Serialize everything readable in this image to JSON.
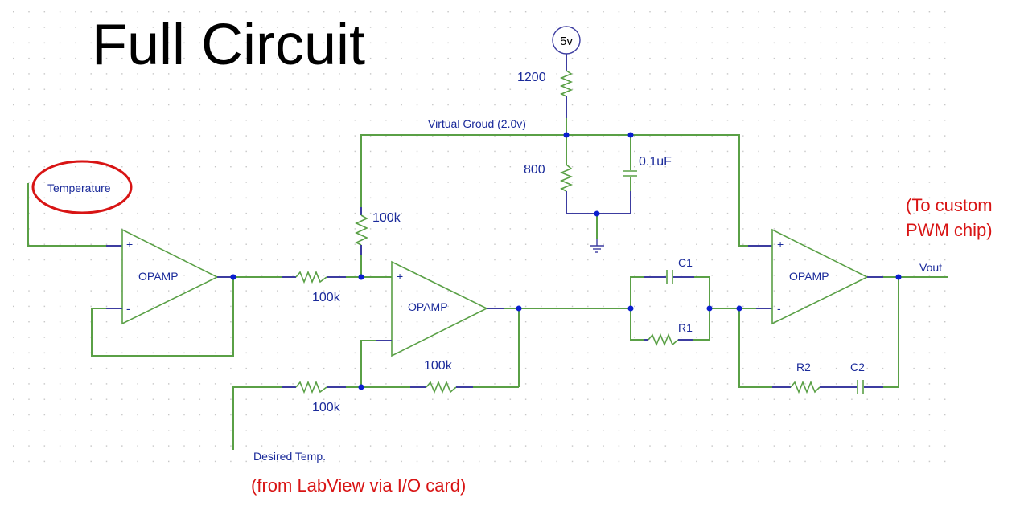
{
  "title": "Full Circuit",
  "supply": {
    "label": "5v"
  },
  "divider": {
    "top_resistor": "1200",
    "bottom_resistor": "800",
    "capacitor": "0.1uF",
    "net_label": "Virtual Groud (2.0v)"
  },
  "buffer_stage": {
    "input_label": "Temperature",
    "opamp_label": "OPAMP",
    "plus": "+",
    "minus": "-"
  },
  "difference_stage": {
    "opamp_label": "OPAMP",
    "plus": "+",
    "minus": "-",
    "r_plus_input": "100k",
    "r_plus_ref": "100k",
    "r_minus_input": "100k",
    "r_feedback": "100k",
    "input_label": "Desired Temp.",
    "input_note": "(from LabView via I/O card)"
  },
  "pid_stage": {
    "opamp_label": "OPAMP",
    "plus": "+",
    "minus": "-",
    "c1": "C1",
    "r1": "R1",
    "r2": "R2",
    "c2": "C2",
    "output_label": "Vout",
    "output_note_line1": "(To custom",
    "output_note_line2": "PWM chip)"
  }
}
